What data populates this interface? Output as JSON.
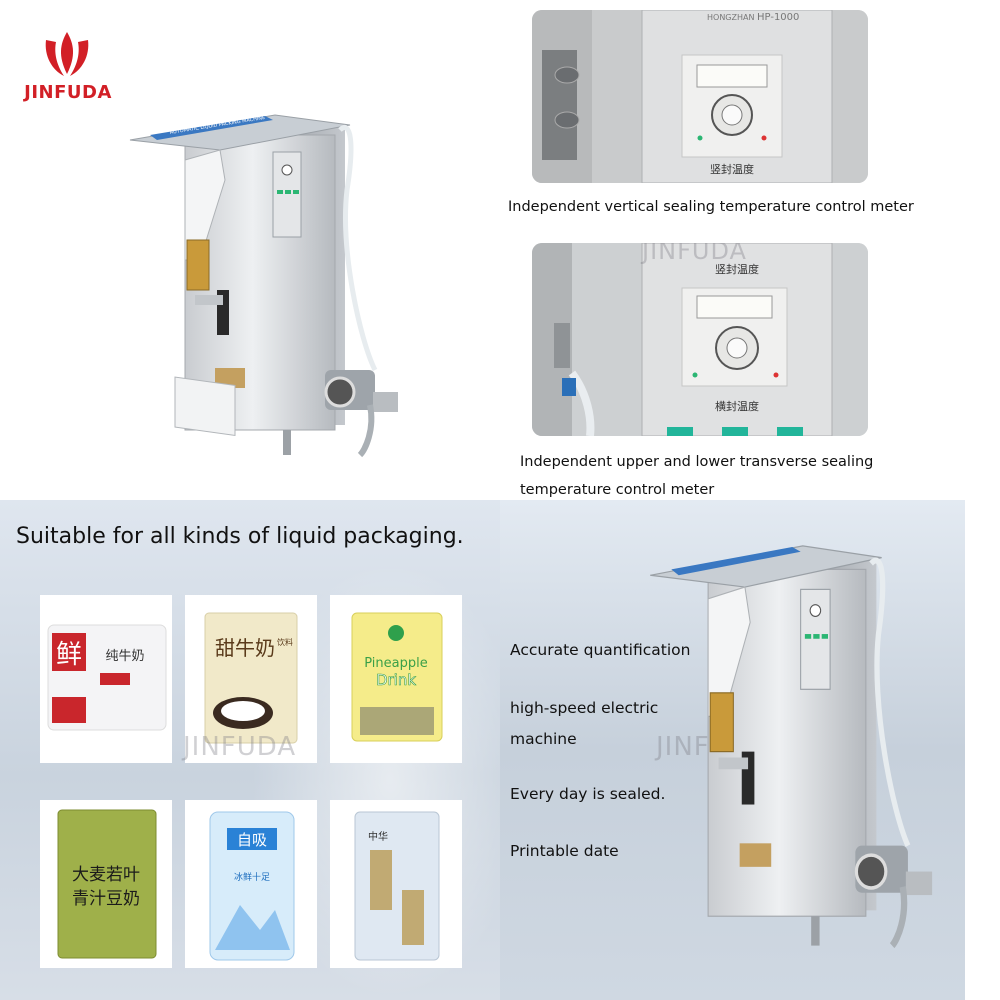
{
  "brand": {
    "name": "JINFUDA",
    "color": "#d21f26"
  },
  "machine_labels": {
    "banner": "AUTOMATIC LIQUID PACKING MACHINE",
    "header": "HONGZHAN",
    "model": "HP-1000"
  },
  "photos": {
    "top": {
      "dial_label": "竖封温度",
      "caption": "Independent vertical sealing temperature control meter"
    },
    "bottom": {
      "dial_label_top": "竖封温度",
      "dial_label_bottom": "横封温度",
      "caption_line1": "Independent upper and lower transverse sealing",
      "caption_line2": "temperature control meter"
    }
  },
  "packaging": {
    "headline": "Suitable for all kinds of liquid packaging.",
    "watermark": "JINFUDA",
    "products": [
      {
        "name": "fresh-milk-pouch",
        "text_main": "鲜",
        "text_side": "纯牛奶"
      },
      {
        "name": "sweet-milk-pouch",
        "text_main": "甜牛奶",
        "text_side": "饮料"
      },
      {
        "name": "pineapple-drink-pouch",
        "text_main": "Pineapple",
        "text_side": "Drink"
      },
      {
        "name": "barley-juice-pouch",
        "text_main": "大麦若叶",
        "text_side": "青汁豆奶"
      },
      {
        "name": "ice-drink-pouch",
        "text_main": "自吸",
        "text_side": "冰鲜十足"
      },
      {
        "name": "herbal-drink-pouch",
        "text_main": "中华",
        "text_side": ""
      }
    ]
  },
  "features": {
    "watermark": "JINFUDA",
    "items": [
      "Accurate quantification",
      "high-speed electric",
      "machine",
      "Every day is sealed.",
      "Printable date"
    ]
  }
}
